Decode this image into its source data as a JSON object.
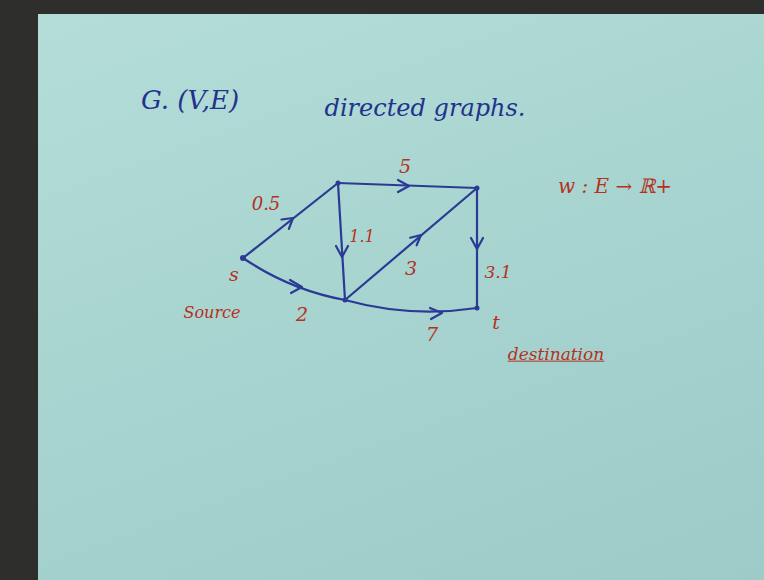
{
  "diagram": {
    "labels": [
      "G. (V,E)",
      "directed graphs.",
      "w : E → ℝ+",
      "0.5",
      "5",
      "1.1",
      "2",
      "3",
      "3.1",
      "7",
      "s",
      "t",
      "Source",
      "destination"
    ]
  }
}
